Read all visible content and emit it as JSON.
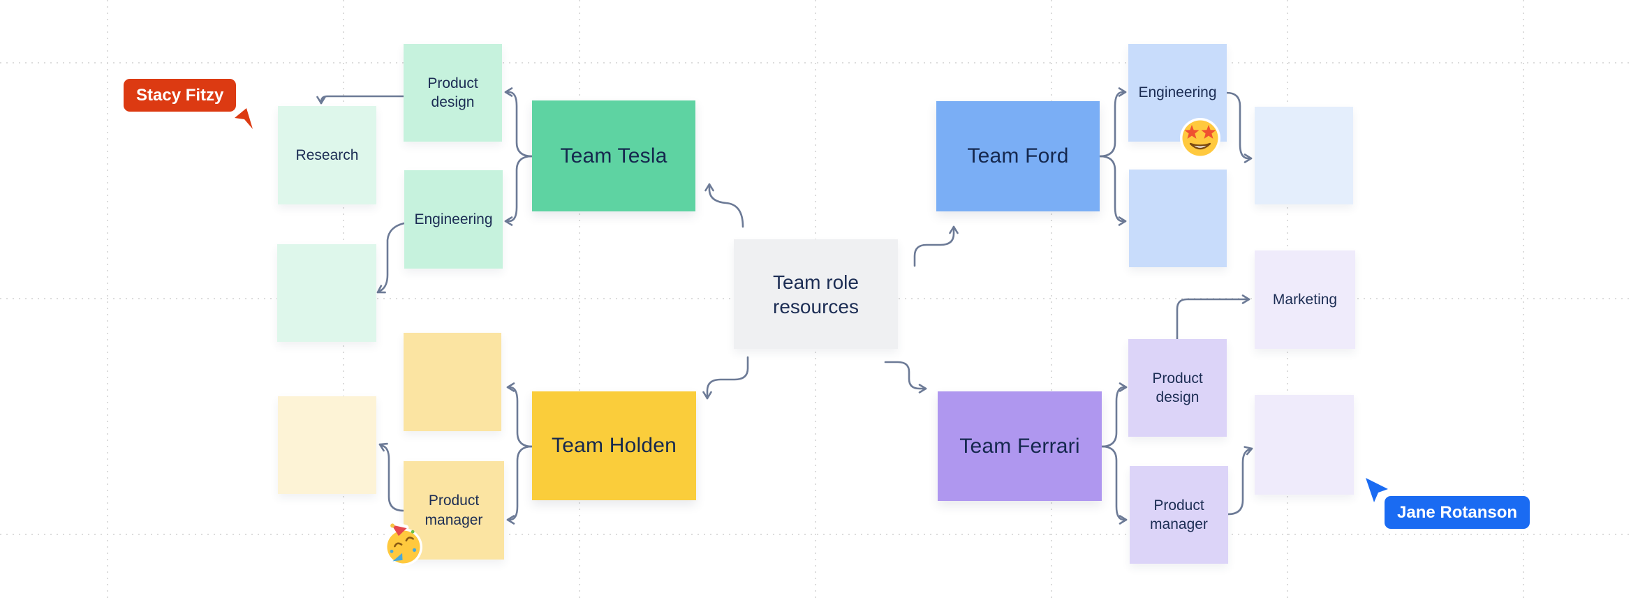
{
  "board": {
    "background": "#ffffff",
    "grid_color": "#dcdcdc",
    "connector_color": "#6c7a96",
    "text_color": "#1c2d54"
  },
  "center_topic": {
    "label": "Team role resources",
    "color": "#eff0f2"
  },
  "teams": [
    {
      "id": "team-tesla",
      "label": "Team Tesla",
      "color": "#5ed3a2"
    },
    {
      "id": "team-ford",
      "label": "Team Ford",
      "color": "#7aaef5"
    },
    {
      "id": "team-holden",
      "label": "Team Holden",
      "color": "#facd3b"
    },
    {
      "id": "team-ferrari",
      "label": "Team Ferrari",
      "color": "#af97ef"
    }
  ],
  "notes": [
    {
      "id": "research",
      "group": "team-tesla",
      "label": "Research",
      "color": "#def7eb"
    },
    {
      "id": "product-design-tesla",
      "group": "team-tesla",
      "label": "Product design",
      "color": "#c6f2dd"
    },
    {
      "id": "engineering-tesla",
      "group": "team-tesla",
      "label": "Engineering",
      "color": "#c6f2dd"
    },
    {
      "id": "empty-tesla",
      "group": "team-tesla",
      "label": "",
      "color": "#def7eb"
    },
    {
      "id": "empty-holden-top",
      "group": "team-holden",
      "label": "",
      "color": "#fbe4a2"
    },
    {
      "id": "empty-holden-left",
      "group": "team-holden",
      "label": "",
      "color": "#fdf3d6"
    },
    {
      "id": "product-manager-holden",
      "group": "team-holden",
      "label": "Product manager",
      "color": "#fbe4a2"
    },
    {
      "id": "engineering-ford",
      "group": "team-ford",
      "label": "Engineering",
      "color": "#c8dcfb"
    },
    {
      "id": "empty-ford",
      "group": "team-ford",
      "label": "",
      "color": "#c8dcfb"
    },
    {
      "id": "empty-ford-right",
      "group": "team-ford",
      "label": "",
      "color": "#e4eefc"
    },
    {
      "id": "marketing",
      "group": "team-ferrari",
      "label": "Marketing",
      "color": "#efebfb"
    },
    {
      "id": "product-design-ferrari",
      "group": "team-ferrari",
      "label": "Product design",
      "color": "#dcd4f8"
    },
    {
      "id": "product-manager-ferrari",
      "group": "team-ferrari",
      "label": "Product manager",
      "color": "#dcd4f8"
    },
    {
      "id": "empty-ferrari-right",
      "group": "team-ferrari",
      "label": "",
      "color": "#efebfb"
    }
  ],
  "edges": [
    {
      "from": "team-role-resources",
      "to": "team-tesla"
    },
    {
      "from": "team-role-resources",
      "to": "team-ford"
    },
    {
      "from": "team-role-resources",
      "to": "team-holden"
    },
    {
      "from": "team-role-resources",
      "to": "team-ferrari"
    },
    {
      "from": "team-tesla",
      "to": "product-design-tesla"
    },
    {
      "from": "team-tesla",
      "to": "engineering-tesla"
    },
    {
      "from": "product-design-tesla",
      "to": "research"
    },
    {
      "from": "engineering-tesla",
      "to": "empty-tesla"
    },
    {
      "from": "team-ford",
      "to": "engineering-ford"
    },
    {
      "from": "team-ford",
      "to": "empty-ford"
    },
    {
      "from": "engineering-ford",
      "to": "empty-ford-right"
    },
    {
      "from": "team-holden",
      "to": "empty-holden-top"
    },
    {
      "from": "team-holden",
      "to": "product-manager-holden"
    },
    {
      "from": "product-manager-holden",
      "to": "empty-holden-left"
    },
    {
      "from": "team-ferrari",
      "to": "product-design-ferrari"
    },
    {
      "from": "team-ferrari",
      "to": "product-manager-ferrari"
    },
    {
      "from": "product-design-ferrari",
      "to": "marketing"
    },
    {
      "from": "product-manager-ferrari",
      "to": "empty-ferrari-right"
    }
  ],
  "cursors": [
    {
      "name": "Stacy Fitzy",
      "color": "#dc3a12"
    },
    {
      "name": "Jane Rotanson",
      "color": "#1a6bf2"
    }
  ],
  "stickers": [
    {
      "id": "star-struck-emoji",
      "emoji": "star-struck",
      "near": "engineering-ford"
    },
    {
      "id": "partying-face-emoji",
      "emoji": "partying-face",
      "near": "product-manager-holden"
    }
  ]
}
